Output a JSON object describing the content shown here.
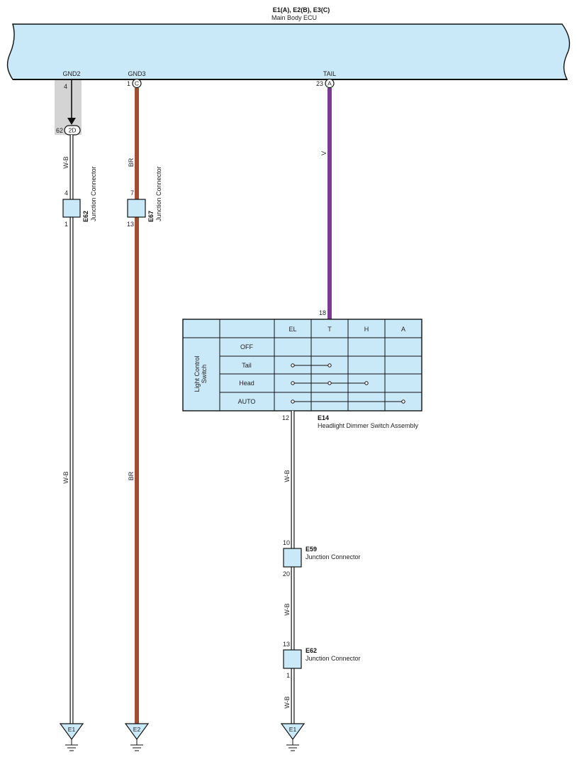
{
  "ecu": {
    "title": "E1(A), E2(B), E3(C)",
    "subtitle": "Main Body ECU",
    "pins": {
      "gnd2": {
        "label": "GND2",
        "num": "4"
      },
      "gnd3": {
        "label": "GND3",
        "num": "1",
        "conn": "C"
      },
      "tail": {
        "label": "TAIL",
        "num": "23",
        "conn": "A"
      }
    }
  },
  "junction_2d": {
    "num": "62",
    "label": "2D"
  },
  "wires": {
    "left": "W-B",
    "left_lower": "W-B",
    "mid": "BR",
    "mid_lower": "BR",
    "tail": "V",
    "right1": "W-B",
    "right2": "W-B",
    "right3": "W-B"
  },
  "connectors": {
    "e62_left": {
      "id": "E62",
      "name": "Junction Connector",
      "pin_in": "4",
      "pin_out": "1"
    },
    "e67": {
      "id": "E67",
      "name": "Junction Connector",
      "pin_in": "7",
      "pin_out": "13"
    },
    "e59": {
      "id": "E59",
      "name": "Junction Connector",
      "pin_in": "10",
      "pin_out": "20"
    },
    "e62_right": {
      "id": "E62",
      "name": "Junction Connector",
      "pin_in": "13",
      "pin_out": "1"
    }
  },
  "switch": {
    "id": "E14",
    "name": "Headlight Dimmer Switch Assembly",
    "pin_in": "18",
    "pin_out": "12",
    "side_label_line1": "Light Control",
    "side_label_line2": "Switch",
    "columns": [
      "EL",
      "T",
      "H",
      "A"
    ],
    "rows": [
      "OFF",
      "Tail",
      "Head",
      "AUTO"
    ],
    "connections": [
      [],
      [
        0,
        1
      ],
      [
        0,
        1,
        2
      ],
      [
        0,
        3
      ]
    ]
  },
  "grounds": [
    "E1",
    "E2",
    "E1"
  ],
  "colors": {
    "ecu_fill": "#c9e8f8",
    "connector_fill": "#c9e8f8",
    "wire_br": "#a0502c",
    "wire_v": "#7b3a96",
    "shield": "#d4d4d4"
  }
}
